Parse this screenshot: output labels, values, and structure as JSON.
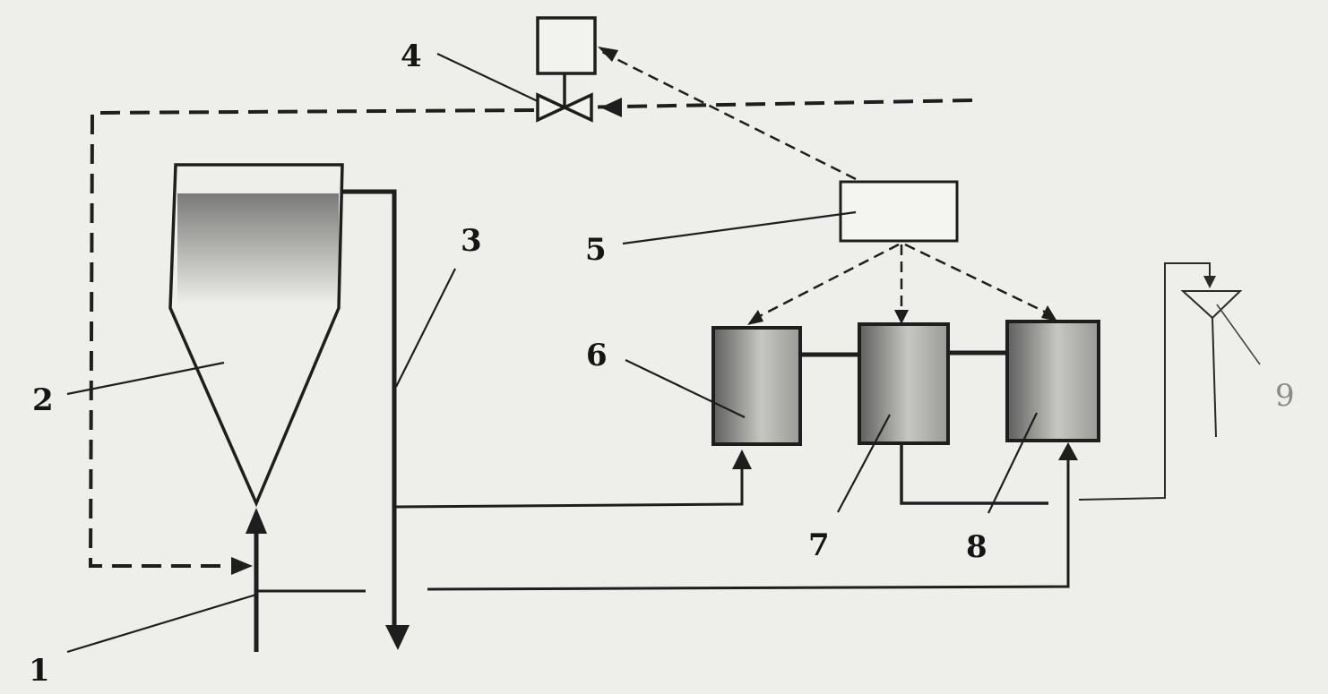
{
  "labels": {
    "l1": "1",
    "l2": "2",
    "l3": "3",
    "l4": "4",
    "l5": "5",
    "l6": "6",
    "l7": "7",
    "l8": "8",
    "l9": "9"
  },
  "colors": {
    "background": "#eeeeea",
    "line": "#2a2a2a",
    "label": "#151515",
    "label_faint": "#8a8a8a",
    "vessel_fill": "#7d7d7d"
  }
}
